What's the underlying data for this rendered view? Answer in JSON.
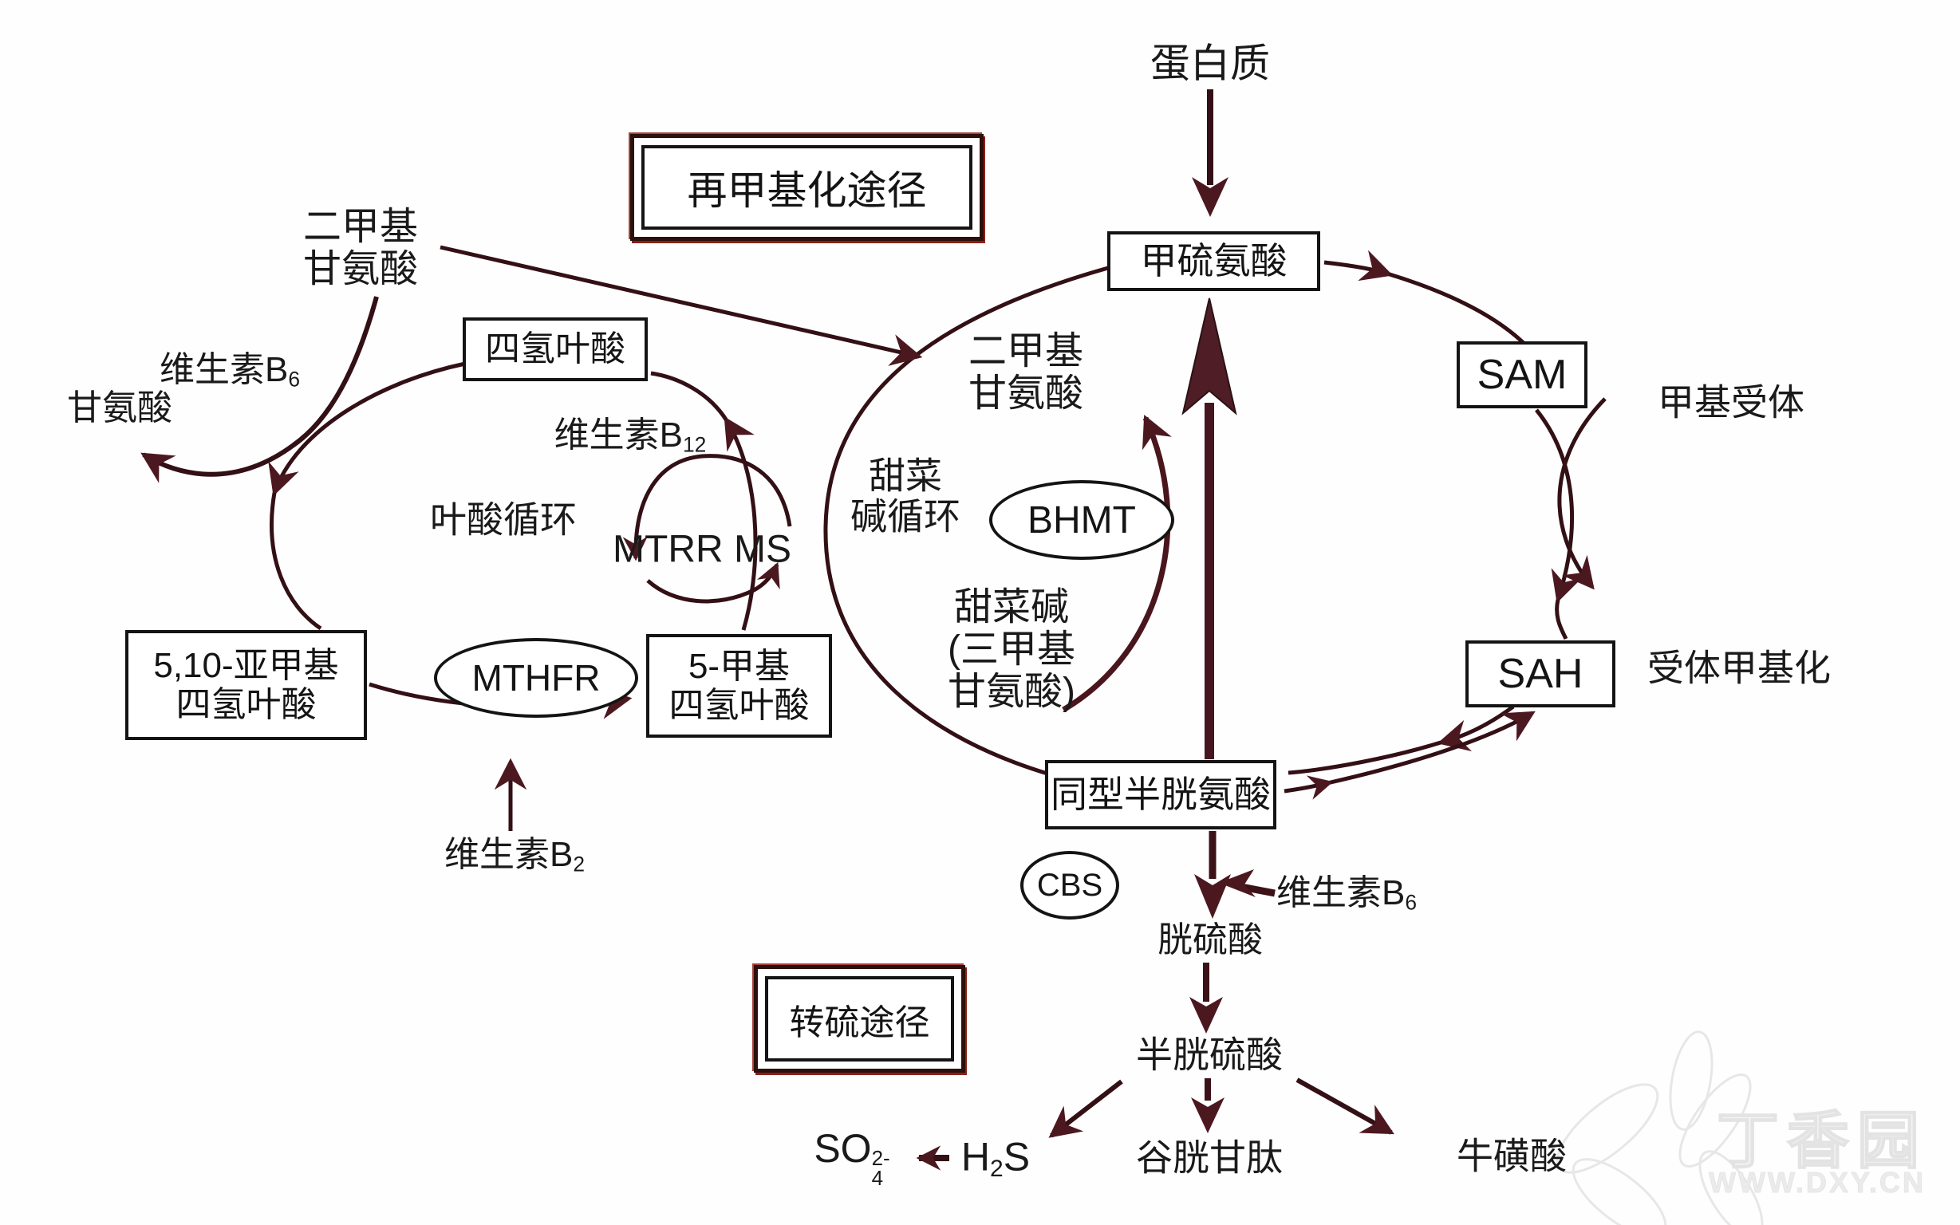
{
  "title_boxes": {
    "remethylation": "再甲基化途径",
    "transsulfuration": "转硫途径"
  },
  "nodes": {
    "protein": "蛋白质",
    "methionine": "甲硫氨酸",
    "dmg_top": {
      "line1": "二甲基",
      "line2": "甘氨酸"
    },
    "vitamin_b6_left": {
      "base": "维生素B",
      "sub": "6"
    },
    "glycine": "甘氨酸",
    "thf": "四氢叶酸",
    "vitamin_b12": {
      "base": "维生素B",
      "sub": "12"
    },
    "folate_cycle": "叶酸循环",
    "mtrr_ms": "MTRR MS",
    "methylene_thf": {
      "line1": "5,10-亚甲基",
      "line2": "四氢叶酸"
    },
    "mthfr": "MTHFR",
    "methyl_thf": {
      "line1": "5-甲基",
      "line2": "四氢叶酸"
    },
    "vitamin_b2": {
      "base": "维生素B",
      "sub": "2"
    },
    "dmg_mid": {
      "line1": "二甲基",
      "line2": "甘氨酸"
    },
    "betaine_cycle": {
      "line1": "甜菜",
      "line2": "碱循环"
    },
    "bhmt": "BHMT",
    "betaine": {
      "line1": "甜菜碱",
      "line2": "(三甲基",
      "line3": "甘氨酸)"
    },
    "sam": "SAM",
    "methyl_acceptor": "甲基受体",
    "acceptor_methylation": "受体甲基化",
    "sah": "SAH",
    "homocysteine": "同型半胱氨酸",
    "cbs": "CBS",
    "vitamin_b6_right": {
      "base": "维生素B",
      "sub": "6"
    },
    "cystathionine": "胱硫酸",
    "cysteine": "半胱硫酸",
    "glutathione": "谷胱甘肽",
    "taurine": "牛磺酸",
    "sulfate": {
      "base": "SO",
      "sup": "2-",
      "sub": "4"
    },
    "h2s": {
      "h": "H",
      "sub": "2",
      "s": "S"
    }
  },
  "watermark": {
    "name": "丁香园",
    "url": "WWW.DXY.CN"
  },
  "colors": {
    "arrow_stroke": "#331015",
    "arrow_fill": "#4c1820",
    "box_border": "#141414",
    "title_accent": "#8c1f16",
    "text": "#1a1a1a",
    "watermark": "#ebebeb"
  }
}
